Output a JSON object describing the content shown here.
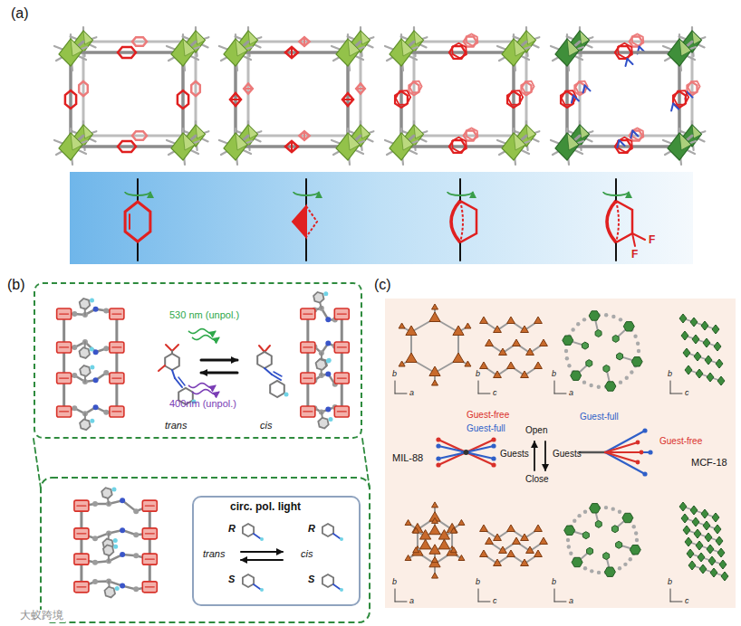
{
  "diagram": {
    "nodes": [
      {
        "text": [
          "F",
          "F"
        ]
      },
      {
        "text": [
          "530 nm (unpol.)",
          "400nm (unpol.)",
          "trans",
          "cis"
        ]
      },
      {
        "text": [
          "circ. pol. light",
          "R",
          "R",
          "trans",
          "cis",
          "S",
          "S"
        ]
      },
      {
        "text": [
          "b",
          "a",
          "b",
          "c",
          "b",
          "a",
          "b",
          "c",
          "MIL-88",
          "Guest-free",
          "Guest-full",
          "Open",
          "Guests",
          "Guests",
          "Close",
          "Guest-full",
          "Guest-free",
          "MCF-18",
          "b",
          "a",
          "b",
          "c",
          "b",
          "a",
          "b",
          "c"
        ]
      }
    ],
    "labels": [
      "(a)",
      "(b)",
      "(c)",
      "大蚁跨境"
    ]
  }
}
